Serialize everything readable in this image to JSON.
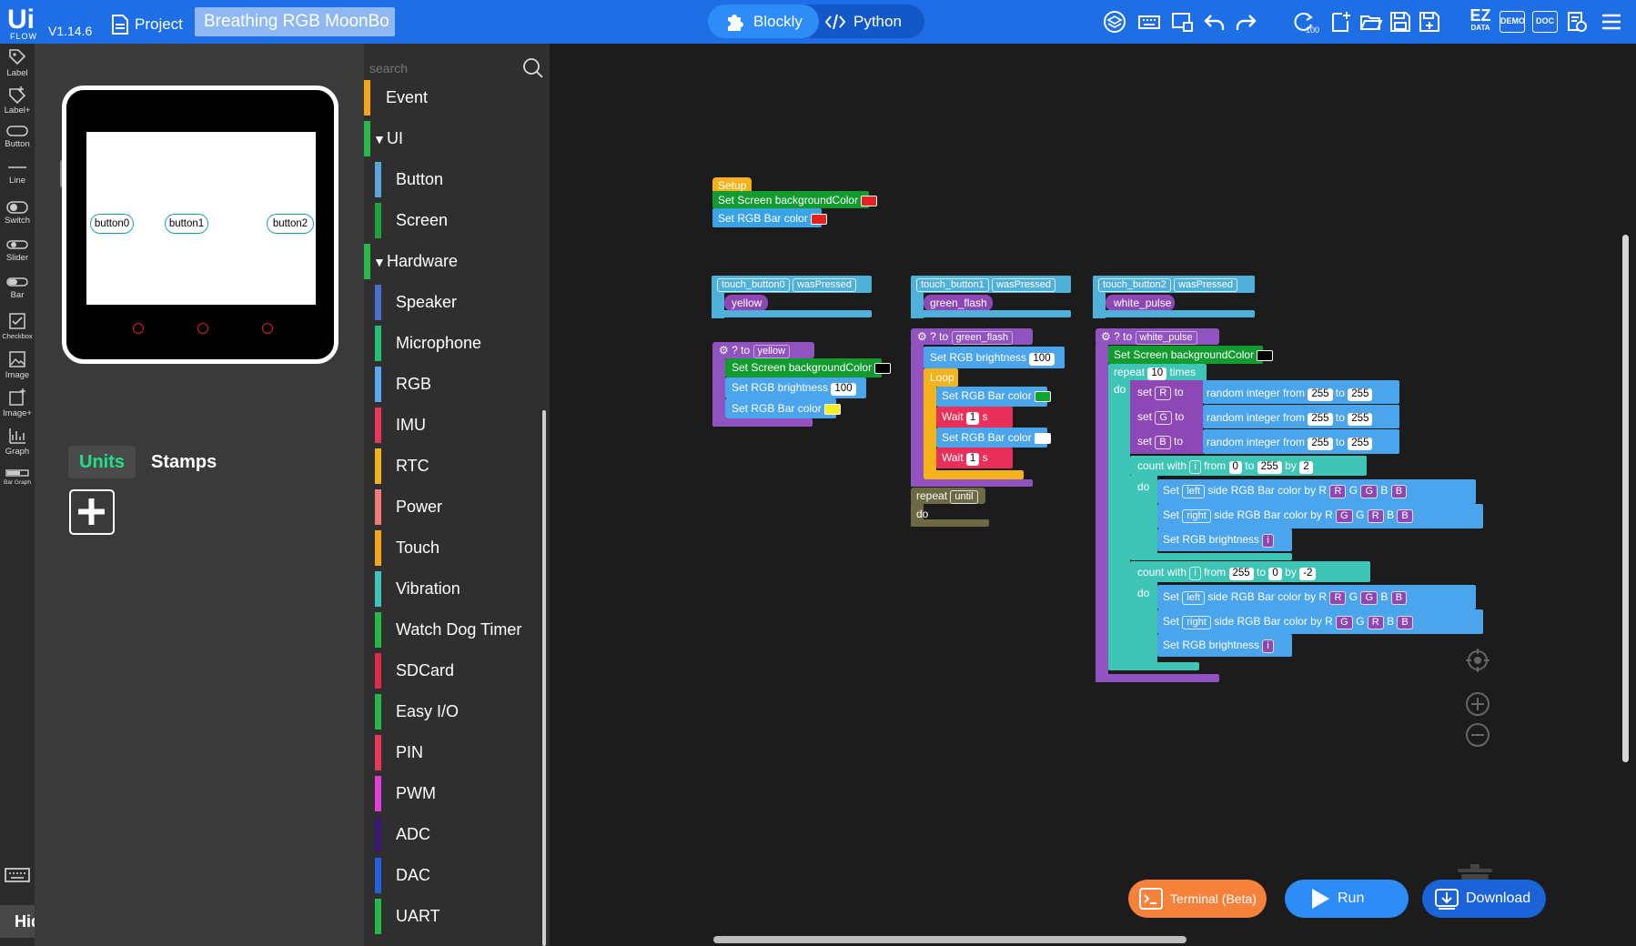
{
  "topbar": {
    "logo_text": "Ui FLOW",
    "version": "V1.14.6",
    "project_label": "Project",
    "file_name": "Breathing RGB MoonBo",
    "modes": {
      "blockly": "Blockly",
      "python": "Python"
    },
    "brand_color": "#1e6fe6",
    "tools": [
      "box-icon",
      "keyboard-icon",
      "device-icon",
      "undo-icon",
      "redo-icon",
      "refresh-100-icon",
      "new-file-icon",
      "open-folder-icon",
      "save-icon",
      "save-as-icon",
      "ez-data-icon",
      "demo-icon",
      "doc-icon",
      "settings-icon",
      "menu-icon"
    ],
    "ez_label": "EZ",
    "ez_sub": "DATA",
    "demo_label": "DEMO",
    "doc_label": "DOC"
  },
  "toolstrip": {
    "items": [
      {
        "label": "Label",
        "icon": "label-icon"
      },
      {
        "label": "Label+",
        "icon": "label-plus-icon"
      },
      {
        "label": "Button",
        "icon": "button-icon"
      },
      {
        "label": "Line",
        "icon": "line-icon"
      },
      {
        "label": "Switch",
        "icon": "switch-icon"
      },
      {
        "label": "Slider",
        "icon": "slider-icon"
      },
      {
        "label": "Bar",
        "icon": "bar-icon"
      },
      {
        "label": "Checkbox",
        "icon": "checkbox-icon"
      },
      {
        "label": "Image",
        "icon": "image-icon"
      },
      {
        "label": "Image+",
        "icon": "image-plus-icon"
      },
      {
        "label": "Graph",
        "icon": "graph-icon"
      },
      {
        "label": "Bar Graph",
        "icon": "bar-graph-icon"
      }
    ],
    "hide_ui": "Hide UI"
  },
  "preview": {
    "buttons": [
      "button0",
      "button1",
      "button2"
    ],
    "tabs": {
      "units": "Units",
      "stamps": "Stamps"
    }
  },
  "categories": {
    "search_placeholder": "search",
    "items": [
      {
        "label": "Event",
        "color": "#f4a51c",
        "indent": false,
        "caret": false
      },
      {
        "label": "UI",
        "color": "#27b84a",
        "indent": false,
        "caret": true
      },
      {
        "label": "Button",
        "color": "#5aa8d8",
        "indent": true,
        "caret": false
      },
      {
        "label": "Screen",
        "color": "#1fa23c",
        "indent": true,
        "caret": false
      },
      {
        "label": "Hardware",
        "color": "#27b84a",
        "indent": false,
        "caret": true
      },
      {
        "label": "Speaker",
        "color": "#4a6fd0",
        "indent": true,
        "caret": false
      },
      {
        "label": "Microphone",
        "color": "#23c07a",
        "indent": true,
        "caret": false
      },
      {
        "label": "RGB",
        "color": "#5aa8f0",
        "indent": true,
        "caret": false
      },
      {
        "label": "IMU",
        "color": "#e8365e",
        "indent": true,
        "caret": false
      },
      {
        "label": "RTC",
        "color": "#f2b21b",
        "indent": true,
        "caret": false
      },
      {
        "label": "Power",
        "color": "#f07a7a",
        "indent": true,
        "caret": false
      },
      {
        "label": "Touch",
        "color": "#f4a51c",
        "indent": true,
        "caret": false
      },
      {
        "label": "Vibration",
        "color": "#3fc5b6",
        "indent": true,
        "caret": false
      },
      {
        "label": "Watch Dog Timer",
        "color": "#27b84a",
        "indent": true,
        "caret": false
      },
      {
        "label": "SDCard",
        "color": "#e02a4a",
        "indent": true,
        "caret": false
      },
      {
        "label": "Easy I/O",
        "color": "#29b54a",
        "indent": true,
        "caret": false
      },
      {
        "label": "PIN",
        "color": "#e8365e",
        "indent": true,
        "caret": false
      },
      {
        "label": "PWM",
        "color": "#e040d8",
        "indent": true,
        "caret": false
      },
      {
        "label": "ADC",
        "color": "#3a1a6e",
        "indent": true,
        "caret": false
      },
      {
        "label": "DAC",
        "color": "#2262e0",
        "indent": true,
        "caret": false
      },
      {
        "label": "UART",
        "color": "#27b84a",
        "indent": true,
        "caret": false
      }
    ]
  },
  "workspace": {
    "setup": {
      "hat": "Setup",
      "set_bg": "Set Screen backgroundColor",
      "set_bar": "Set RGB Bar color"
    },
    "events": [
      {
        "source": "touch_button0",
        "action": "wasPressed",
        "call": "yellow"
      },
      {
        "source": "touch_button1",
        "action": "wasPressed",
        "call": "green_flash"
      },
      {
        "source": "touch_button2",
        "action": "wasPressed",
        "call": "white_pulse"
      }
    ],
    "func_yellow": {
      "to": "to",
      "name": "yellow",
      "set_bg": "Set Screen backgroundColor",
      "brightness": "Set RGB brightness",
      "brightness_val": "100",
      "set_bar": "Set RGB Bar color"
    },
    "func_green": {
      "to": "to",
      "name": "green_flash",
      "brightness": "Set RGB brightness",
      "brightness_val": "100",
      "loop": "Loop",
      "set_bar": "Set RGB Bar color",
      "wait": "Wait",
      "wait_val": "1",
      "unit": "s",
      "repeat": "repeat",
      "until": "until",
      "do": "do"
    },
    "func_white": {
      "to": "to",
      "name": "white_pulse",
      "set_bg": "Set Screen backgroundColor",
      "repeat": "repeat",
      "times_val": "10",
      "times": "times",
      "do": "do",
      "set": "set",
      "vars": [
        "R",
        "G",
        "B"
      ],
      "to_word": "to",
      "rand": "random integer from",
      "rand_from": "255",
      "rand_to": "255",
      "count_with": "count with",
      "idx": "i",
      "from": "from",
      "by": "by",
      "count1": {
        "from": "0",
        "to": "255",
        "by": "2"
      },
      "count2": {
        "from": "255",
        "to": "0",
        "by": "-2"
      },
      "side_set": "Set",
      "side_left": "left",
      "side_right": "right",
      "side_text": "side RGB Bar color by R",
      "g": "G",
      "b": "B",
      "brightness": "Set RGB brightness"
    },
    "buttons": {
      "terminal": "Terminal (Beta)",
      "run": "Run",
      "download": "Download"
    }
  }
}
